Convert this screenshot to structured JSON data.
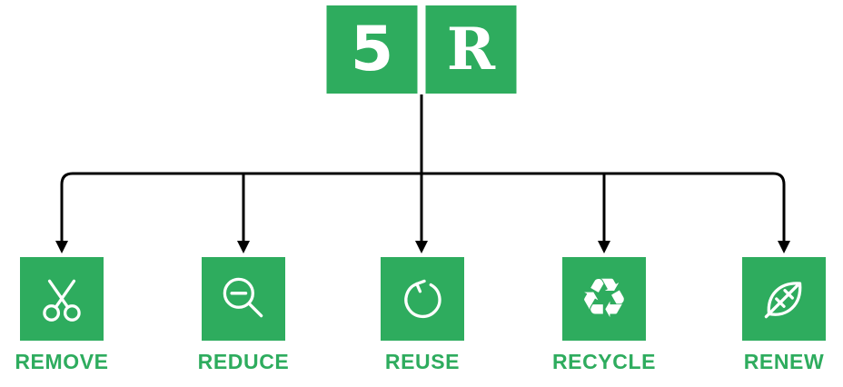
{
  "root": {
    "digit": "5",
    "letter": "R"
  },
  "colors": {
    "green": "#2EAC5E",
    "line": "#000000",
    "icon": "#FFFFFF",
    "background": "#FFFFFF"
  },
  "glyphs": {
    "recycle": "♻"
  },
  "branches": [
    {
      "label": "REMOVE",
      "icon": "scissors-icon"
    },
    {
      "label": "REDUCE",
      "icon": "magnifier-minus-icon"
    },
    {
      "label": "REUSE",
      "icon": "refresh-arrow-icon"
    },
    {
      "label": "RECYCLE",
      "icon": "recycle-icon"
    },
    {
      "label": "RENEW",
      "icon": "leaf-icon"
    }
  ]
}
